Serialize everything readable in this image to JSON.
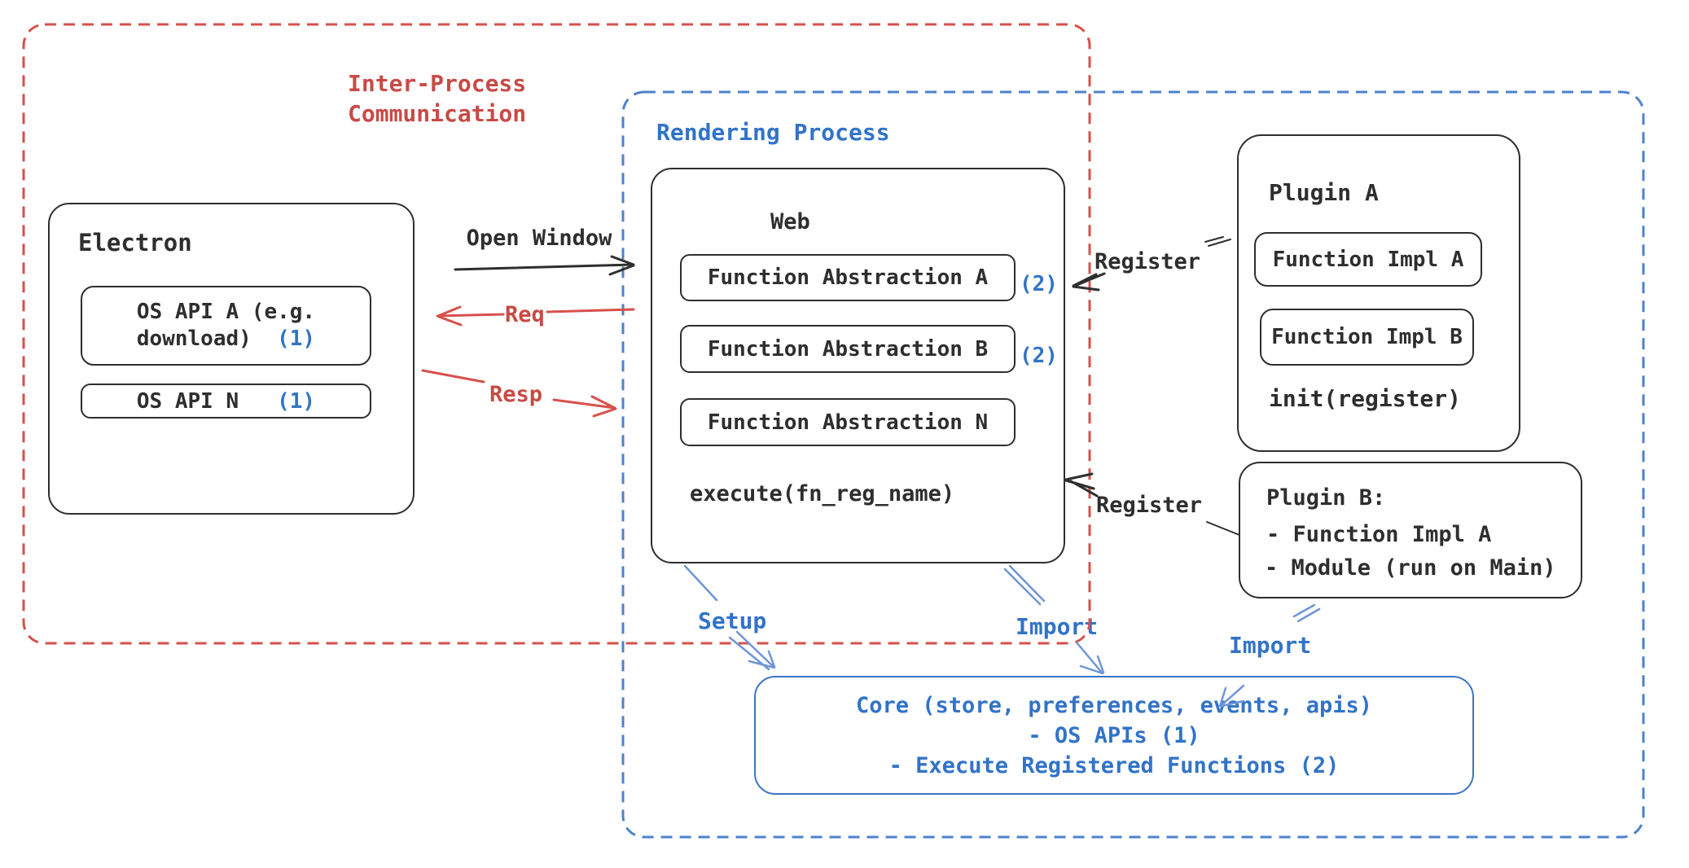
{
  "groups": {
    "ipc_line1": "Inter-Process",
    "ipc_line2": "Communication",
    "rendering": "Rendering Process"
  },
  "electron": {
    "title": "Electron",
    "api_a_line1": "OS API A (e.g.",
    "api_a_line2": "download)",
    "api_a_ref": "(1)",
    "api_n": "OS API N",
    "api_n_ref": "(1)"
  },
  "web": {
    "title": "Web",
    "fa_a": "Function Abstraction A",
    "fa_a_ref": "(2)",
    "fa_b": "Function Abstraction B",
    "fa_b_ref": "(2)",
    "fa_n": "Function Abstraction N",
    "execute": "execute(fn_reg_name)"
  },
  "plugin_a": {
    "title": "Plugin A",
    "impl_a": "Function Impl A",
    "impl_b": "Function Impl B",
    "init": "init(register)"
  },
  "plugin_b": {
    "title": "Plugin B:",
    "item1": "- Function Impl A",
    "item2": "- Module (run on Main)"
  },
  "core": {
    "line1": "Core (store, preferences, events, apis)",
    "line2": "- OS APIs (1)",
    "line3": "- Execute Registered Functions (2)"
  },
  "arrows": {
    "open_window": "Open Window",
    "req": "Req",
    "resp": "Resp",
    "register_a": "Register",
    "register_b": "Register",
    "setup": "Setup",
    "import_web": "Import",
    "import_plugin": "Import"
  },
  "colors": {
    "ink": "#2e2e2e",
    "red_text": "#c84a46",
    "red_line": "#d6514c",
    "blue_text": "#3273c8",
    "blue_dash": "#4d82cd",
    "blue_arrow": "#6e95d6",
    "blue_border": "#3b74c5"
  }
}
